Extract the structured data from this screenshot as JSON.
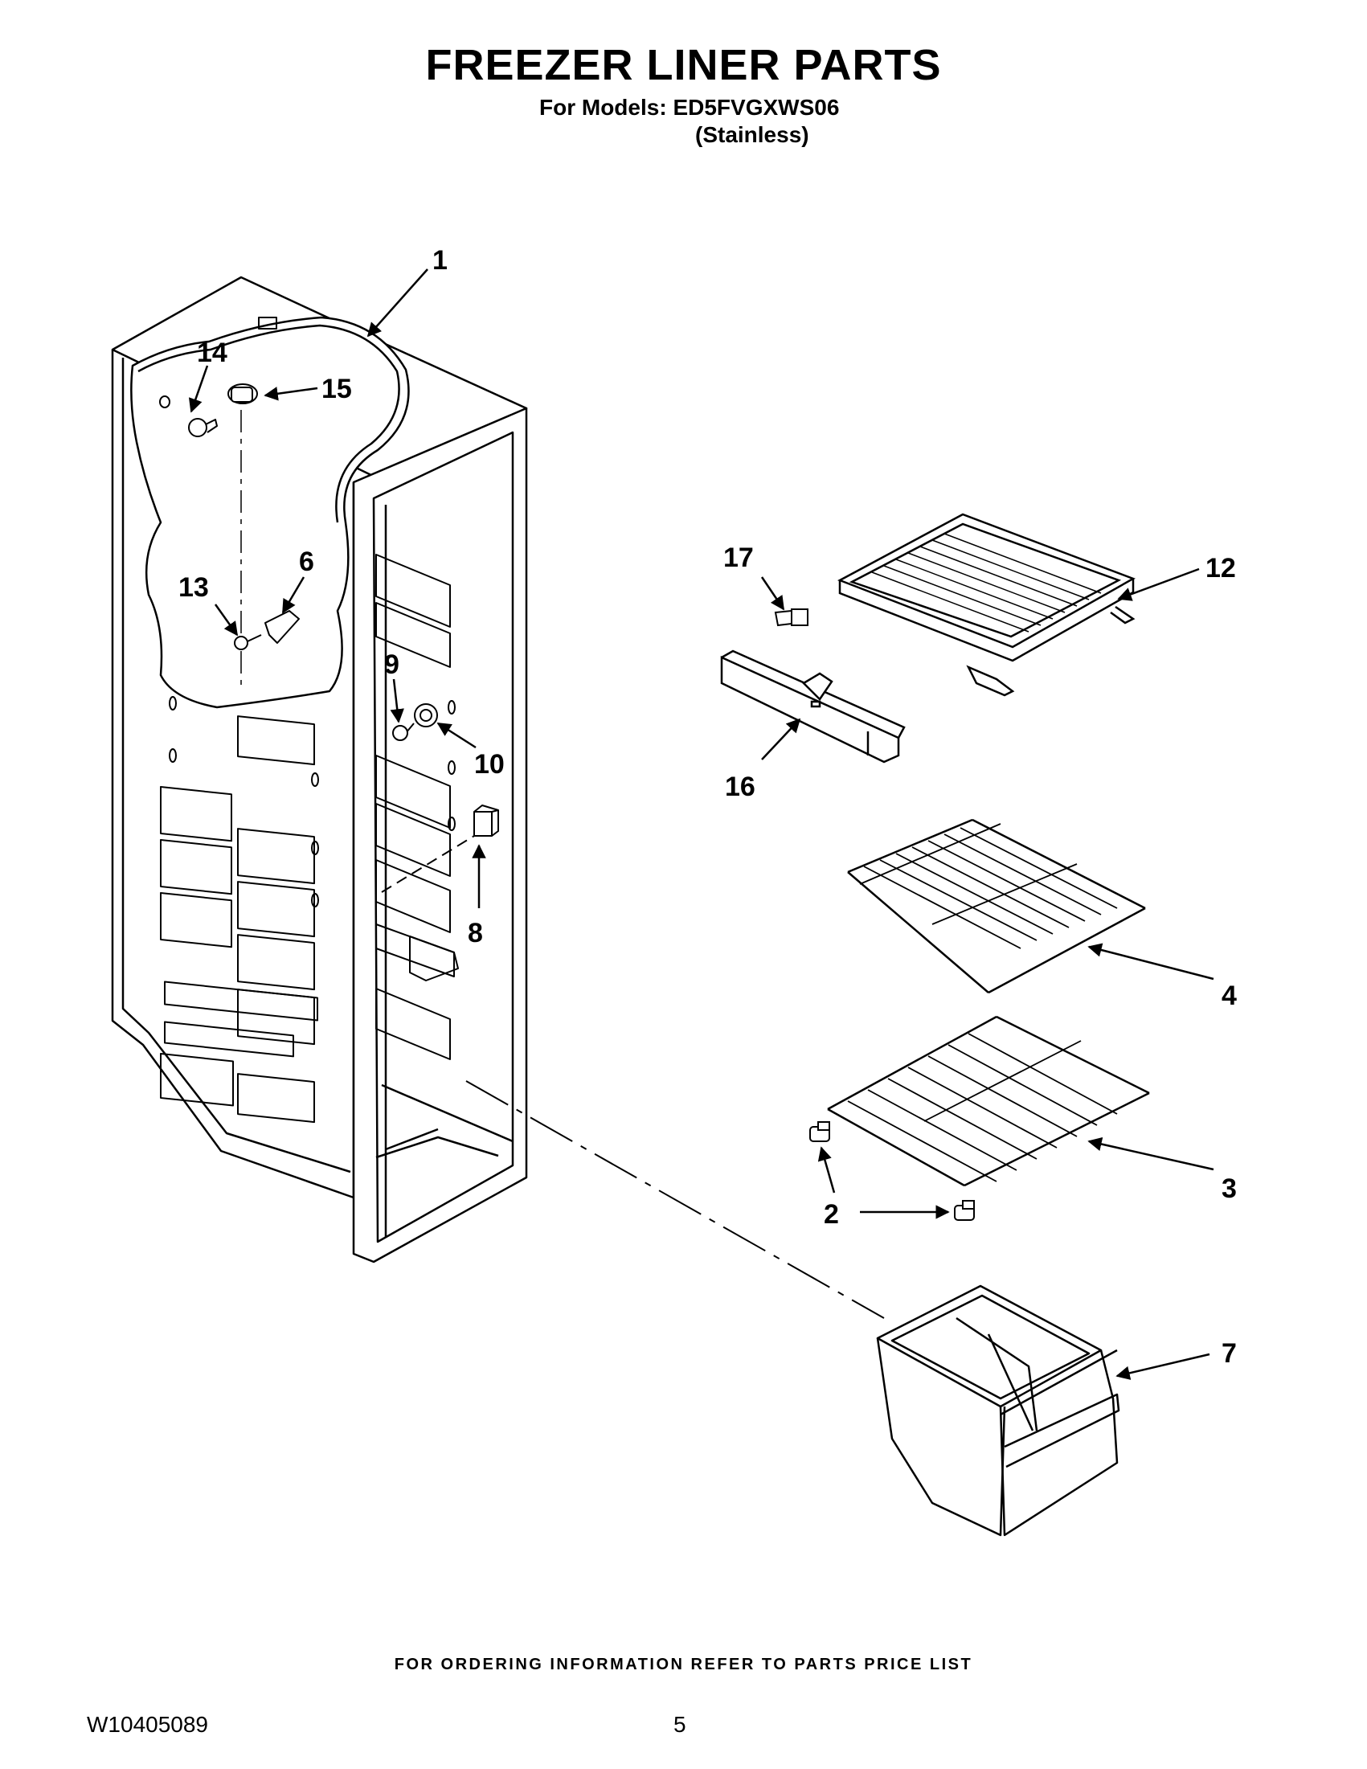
{
  "header": {
    "title": "FREEZER LINER PARTS",
    "models_line": "For Models: ED5FVGXWS06",
    "finish": "(Stainless)"
  },
  "callouts": {
    "c1": "1",
    "c2": "2",
    "c3": "3",
    "c4": "4",
    "c6": "6",
    "c7": "7",
    "c8": "8",
    "c9": "9",
    "c10": "10",
    "c12": "12",
    "c13": "13",
    "c14": "14",
    "c15": "15",
    "c16": "16",
    "c17": "17"
  },
  "footer": {
    "ordering_note": "FOR ORDERING INFORMATION REFER TO PARTS PRICE LIST",
    "doc_number": "W10405089",
    "page_number": "5"
  }
}
